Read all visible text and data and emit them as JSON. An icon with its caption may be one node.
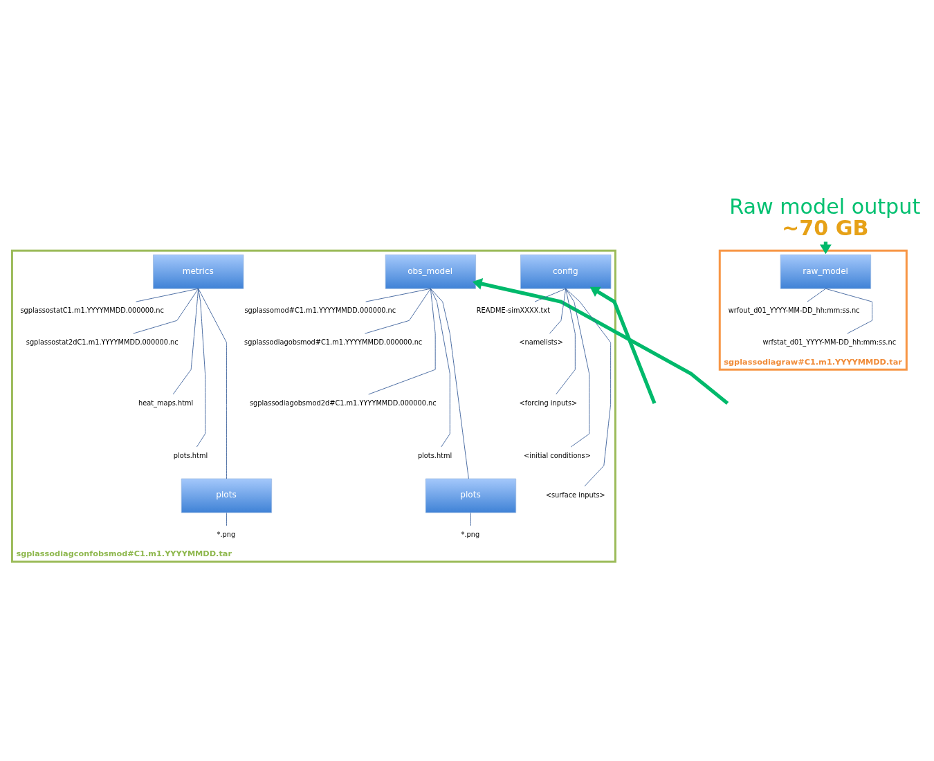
{
  "diagram": {
    "nodes": [
      {
        "text": [
          "sgplassodiagconfobsmod#C1.m1.YYYYMMDD.tar"
        ]
      },
      {
        "text": [
          "config"
        ],
        "in": 0
      },
      {
        "text": [
          "obs_model"
        ],
        "in": 0
      },
      {
        "text": [
          "metrics"
        ],
        "in": 0
      },
      {
        "text": [
          "README-simXXXX.txt"
        ],
        "in": 0
      },
      {
        "text": [
          "<namelists>"
        ],
        "in": 0
      },
      {
        "text": [
          "<forcing inputs>"
        ],
        "in": 0
      },
      {
        "text": [
          "<initial conditions>"
        ],
        "in": 0
      },
      {
        "text": [
          "<surface inputs>"
        ],
        "in": 0
      },
      {
        "text": [
          "sgplassomod#C1.m1.YYYYMMDD.000000.nc"
        ],
        "in": 0
      },
      {
        "text": [
          "sgplassodiagobsmod#C1.m1.YYYYMMDD.000000.nc"
        ],
        "in": 0
      },
      {
        "text": [
          "sgplassodiagobsmod2d#C1.m1.YYYYMMDD.000000.nc"
        ],
        "in": 0
      },
      {
        "text": [
          "plots.html"
        ],
        "in": 0
      },
      {
        "text": [
          "plots"
        ],
        "in": 0
      },
      {
        "text": [
          "*.png"
        ],
        "in": 0
      },
      {
        "text": [
          "sgplassostatC1.m1.YYYYMMDD.000000.nc"
        ],
        "in": 0
      },
      {
        "text": [
          "sgplassostat2dC1.m1.YYYYMMDD.000000.nc"
        ],
        "in": 0
      },
      {
        "text": [
          "heat_maps.html"
        ],
        "in": 0
      },
      {
        "text": [
          "plots.html"
        ],
        "in": 0
      },
      {
        "text": [
          "plots"
        ],
        "in": 0
      },
      {
        "text": [
          "*.png"
        ],
        "in": 0
      },
      {
        "text": [
          "sgplassodiagraw#C1.m1.YYYYMMDD.tar"
        ]
      },
      {
        "text": [
          "raw_model"
        ],
        "in": 21
      },
      {
        "text": [
          "wrfout_d01_YYYY-MM-DD_hh:mm:ss.nc"
        ],
        "in": 21
      },
      {
        "text": [
          "wrfstat_d01_YYYY-MM-DD_hh:mm:ss.nc"
        ],
        "in": 21
      },
      {
        "text": [
          "Raw model output",
          "~70 GB"
        ]
      }
    ],
    "edges": [
      {
        "from": 1,
        "to": 4,
        "arrow": "none"
      },
      {
        "from": 1,
        "to": 5,
        "arrow": "none"
      },
      {
        "from": 1,
        "to": 6,
        "arrow": "none"
      },
      {
        "from": 1,
        "to": 7,
        "arrow": "none"
      },
      {
        "from": 1,
        "to": 8,
        "arrow": "none"
      },
      {
        "from": 2,
        "to": 9,
        "arrow": "none"
      },
      {
        "from": 2,
        "to": 10,
        "arrow": "none"
      },
      {
        "from": 2,
        "to": 11,
        "arrow": "none"
      },
      {
        "from": 2,
        "to": 12,
        "arrow": "none"
      },
      {
        "from": 2,
        "to": 13,
        "arrow": "none"
      },
      {
        "from": 13,
        "to": 14,
        "arrow": "none"
      },
      {
        "from": 3,
        "to": 15,
        "arrow": "none"
      },
      {
        "from": 3,
        "to": 16,
        "arrow": "none"
      },
      {
        "from": 3,
        "to": 17,
        "arrow": "none"
      },
      {
        "from": 3,
        "to": 18,
        "arrow": "none"
      },
      {
        "from": 3,
        "to": 19,
        "arrow": "none"
      },
      {
        "from": 19,
        "to": 20,
        "arrow": "none"
      },
      {
        "from": 22,
        "to": 23,
        "arrow": "none"
      },
      {
        "from": 22,
        "to": 24,
        "arrow": "none"
      },
      {
        "from": null,
        "to": 1,
        "arrow": "to",
        "style": "thick",
        "color": "#00b96b"
      },
      {
        "from": null,
        "to": 2,
        "arrow": "to",
        "style": "thick",
        "color": "#00b96b"
      },
      {
        "from": 25,
        "to": 21,
        "arrow": "to",
        "style": "thick",
        "color": "#00b96b"
      }
    ]
  }
}
